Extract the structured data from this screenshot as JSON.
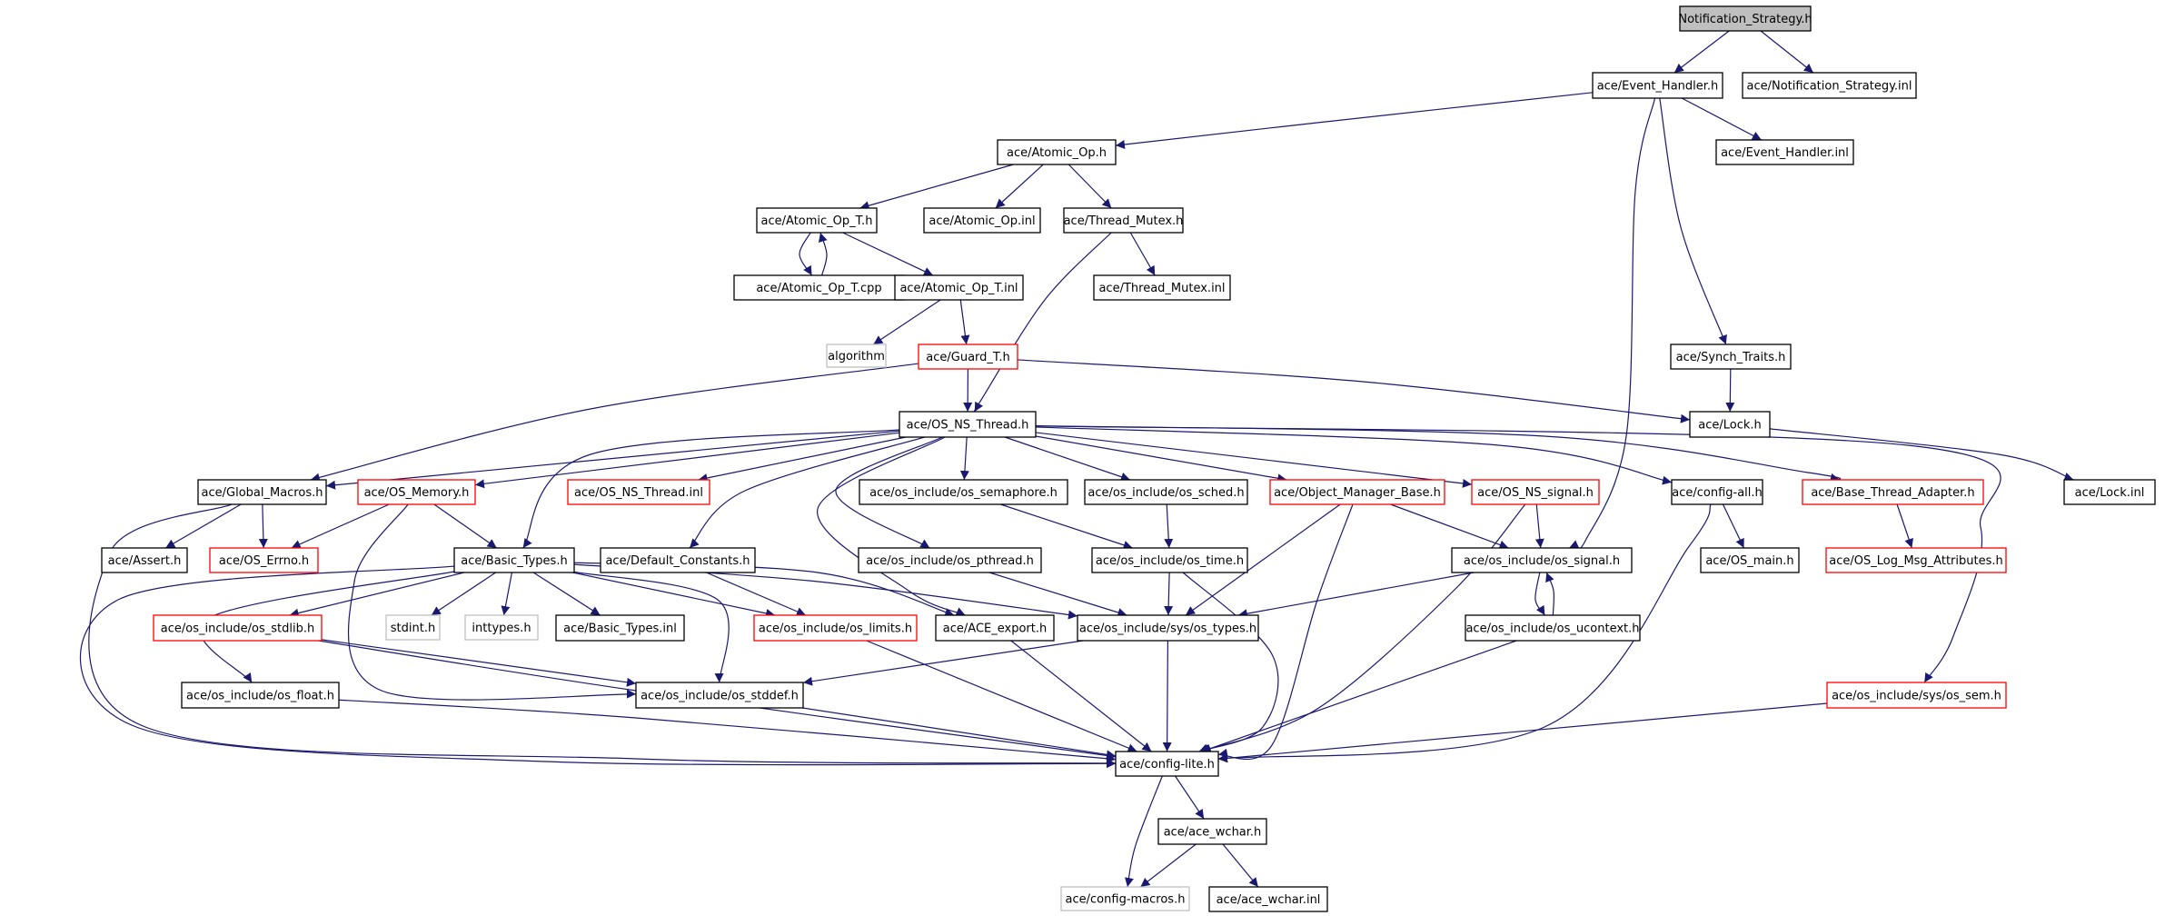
{
  "nodes": [
    {
      "id": "n0",
      "label": "Notification_Strategy.h",
      "style": "root"
    },
    {
      "id": "n1",
      "label": "ace/Event_Handler.h",
      "style": "normal"
    },
    {
      "id": "n2",
      "label": "ace/Notification_Strategy.inl",
      "style": "normal"
    },
    {
      "id": "n3",
      "label": "ace/Atomic_Op.h",
      "style": "normal"
    },
    {
      "id": "n4",
      "label": "ace/Event_Handler.inl",
      "style": "normal"
    },
    {
      "id": "n5",
      "label": "ace/Atomic_Op_T.h",
      "style": "normal"
    },
    {
      "id": "n6",
      "label": "ace/Atomic_Op.inl",
      "style": "normal"
    },
    {
      "id": "n7",
      "label": "ace/Thread_Mutex.h",
      "style": "normal"
    },
    {
      "id": "n8",
      "label": "ace/Atomic_Op_T.cpp",
      "style": "normal"
    },
    {
      "id": "n9",
      "label": "ace/Atomic_Op_T.inl",
      "style": "normal"
    },
    {
      "id": "n10",
      "label": "ace/Thread_Mutex.inl",
      "style": "normal"
    },
    {
      "id": "n11",
      "label": "algorithm",
      "style": "gray"
    },
    {
      "id": "n12",
      "label": "ace/Guard_T.h",
      "style": "red"
    },
    {
      "id": "n13",
      "label": "ace/Synch_Traits.h",
      "style": "normal"
    },
    {
      "id": "n14",
      "label": "ace/OS_NS_Thread.h",
      "style": "normal"
    },
    {
      "id": "n15",
      "label": "ace/Lock.h",
      "style": "normal"
    },
    {
      "id": "n16",
      "label": "ace/Global_Macros.h",
      "style": "normal"
    },
    {
      "id": "n17",
      "label": "ace/OS_Memory.h",
      "style": "red"
    },
    {
      "id": "n18",
      "label": "ace/OS_NS_Thread.inl",
      "style": "red"
    },
    {
      "id": "n19",
      "label": "ace/os_include/os_semaphore.h",
      "style": "normal"
    },
    {
      "id": "n20",
      "label": "ace/os_include/os_sched.h",
      "style": "normal"
    },
    {
      "id": "n21",
      "label": "ace/Object_Manager_Base.h",
      "style": "red"
    },
    {
      "id": "n22",
      "label": "ace/OS_NS_signal.h",
      "style": "red"
    },
    {
      "id": "n23",
      "label": "ace/config-all.h",
      "style": "normal"
    },
    {
      "id": "n24",
      "label": "ace/Base_Thread_Adapter.h",
      "style": "red"
    },
    {
      "id": "n25",
      "label": "ace/Lock.inl",
      "style": "normal"
    },
    {
      "id": "n26",
      "label": "ace/Assert.h",
      "style": "normal"
    },
    {
      "id": "n27",
      "label": "ace/OS_Errno.h",
      "style": "red"
    },
    {
      "id": "n28",
      "label": "ace/Basic_Types.h",
      "style": "normal"
    },
    {
      "id": "n29",
      "label": "ace/Default_Constants.h",
      "style": "normal"
    },
    {
      "id": "n30",
      "label": "ace/os_include/os_pthread.h",
      "style": "normal"
    },
    {
      "id": "n31",
      "label": "ace/os_include/os_time.h",
      "style": "normal"
    },
    {
      "id": "n32",
      "label": "ace/os_include/os_signal.h",
      "style": "normal"
    },
    {
      "id": "n33",
      "label": "ace/OS_main.h",
      "style": "normal"
    },
    {
      "id": "n34",
      "label": "ace/OS_Log_Msg_Attributes.h",
      "style": "red"
    },
    {
      "id": "n35",
      "label": "ace/os_include/os_stdlib.h",
      "style": "red"
    },
    {
      "id": "n36",
      "label": "stdint.h",
      "style": "gray"
    },
    {
      "id": "n37",
      "label": "inttypes.h",
      "style": "gray"
    },
    {
      "id": "n38",
      "label": "ace/Basic_Types.inl",
      "style": "normal"
    },
    {
      "id": "n39",
      "label": "ace/os_include/os_limits.h",
      "style": "red"
    },
    {
      "id": "n40",
      "label": "ace/ACE_export.h",
      "style": "normal"
    },
    {
      "id": "n41",
      "label": "ace/os_include/sys/os_types.h",
      "style": "normal"
    },
    {
      "id": "n42",
      "label": "ace/os_include/os_ucontext.h",
      "style": "normal"
    },
    {
      "id": "n43",
      "label": "ace/os_include/os_float.h",
      "style": "normal"
    },
    {
      "id": "n44",
      "label": "ace/os_include/os_stddef.h",
      "style": "normal"
    },
    {
      "id": "n45",
      "label": "ace/os_include/sys/os_sem.h",
      "style": "red"
    },
    {
      "id": "n46",
      "label": "ace/config-lite.h",
      "style": "normal"
    },
    {
      "id": "n47",
      "label": "ace/ace_wchar.h",
      "style": "normal"
    },
    {
      "id": "n48",
      "label": "ace/config-macros.h",
      "style": "gray"
    },
    {
      "id": "n49",
      "label": "ace/ace_wchar.inl",
      "style": "normal"
    }
  ],
  "edges": [
    [
      "n0",
      "n1"
    ],
    [
      "n0",
      "n2"
    ],
    [
      "n1",
      "n3"
    ],
    [
      "n1",
      "n4"
    ],
    [
      "n1",
      "n13"
    ],
    [
      "n1",
      "n32"
    ],
    [
      "n3",
      "n5"
    ],
    [
      "n3",
      "n6"
    ],
    [
      "n3",
      "n7"
    ],
    [
      "n5",
      "n8"
    ],
    [
      "n8",
      "n5"
    ],
    [
      "n5",
      "n9"
    ],
    [
      "n9",
      "n11"
    ],
    [
      "n9",
      "n12"
    ],
    [
      "n7",
      "n10"
    ],
    [
      "n7",
      "n14"
    ],
    [
      "n12",
      "n14"
    ],
    [
      "n12",
      "n15"
    ],
    [
      "n12",
      "n16"
    ],
    [
      "n13",
      "n15"
    ],
    [
      "n15",
      "n25"
    ],
    [
      "n14",
      "n16"
    ],
    [
      "n14",
      "n17"
    ],
    [
      "n14",
      "n18"
    ],
    [
      "n14",
      "n19"
    ],
    [
      "n14",
      "n20"
    ],
    [
      "n14",
      "n21"
    ],
    [
      "n14",
      "n22"
    ],
    [
      "n14",
      "n23"
    ],
    [
      "n14",
      "n24"
    ],
    [
      "n14",
      "n28"
    ],
    [
      "n14",
      "n29"
    ],
    [
      "n14",
      "n30"
    ],
    [
      "n14",
      "n40"
    ],
    [
      "n14",
      "n45"
    ],
    [
      "n16",
      "n26"
    ],
    [
      "n16",
      "n27"
    ],
    [
      "n16",
      "n46"
    ],
    [
      "n17",
      "n27"
    ],
    [
      "n17",
      "n28"
    ],
    [
      "n17",
      "n44"
    ],
    [
      "n19",
      "n31"
    ],
    [
      "n20",
      "n31"
    ],
    [
      "n21",
      "n41"
    ],
    [
      "n21",
      "n32"
    ],
    [
      "n21",
      "n46"
    ],
    [
      "n22",
      "n32"
    ],
    [
      "n22",
      "n46"
    ],
    [
      "n23",
      "n33"
    ],
    [
      "n23",
      "n46"
    ],
    [
      "n24",
      "n34"
    ],
    [
      "n28",
      "n35"
    ],
    [
      "n28",
      "n36"
    ],
    [
      "n28",
      "n37"
    ],
    [
      "n28",
      "n38"
    ],
    [
      "n28",
      "n39"
    ],
    [
      "n28",
      "n40"
    ],
    [
      "n28",
      "n41"
    ],
    [
      "n28",
      "n44"
    ],
    [
      "n28",
      "n43"
    ],
    [
      "n28",
      "n46"
    ],
    [
      "n29",
      "n39"
    ],
    [
      "n30",
      "n41"
    ],
    [
      "n31",
      "n41"
    ],
    [
      "n31",
      "n46"
    ],
    [
      "n32",
      "n41"
    ],
    [
      "n32",
      "n42"
    ],
    [
      "n42",
      "n32"
    ],
    [
      "n42",
      "n46"
    ],
    [
      "n35",
      "n44"
    ],
    [
      "n35",
      "n46"
    ],
    [
      "n39",
      "n46"
    ],
    [
      "n40",
      "n46"
    ],
    [
      "n41",
      "n44"
    ],
    [
      "n41",
      "n46"
    ],
    [
      "n43",
      "n46"
    ],
    [
      "n44",
      "n46"
    ],
    [
      "n45",
      "n46"
    ],
    [
      "n46",
      "n47"
    ],
    [
      "n46",
      "n48"
    ],
    [
      "n47",
      "n48"
    ],
    [
      "n47",
      "n49"
    ]
  ]
}
